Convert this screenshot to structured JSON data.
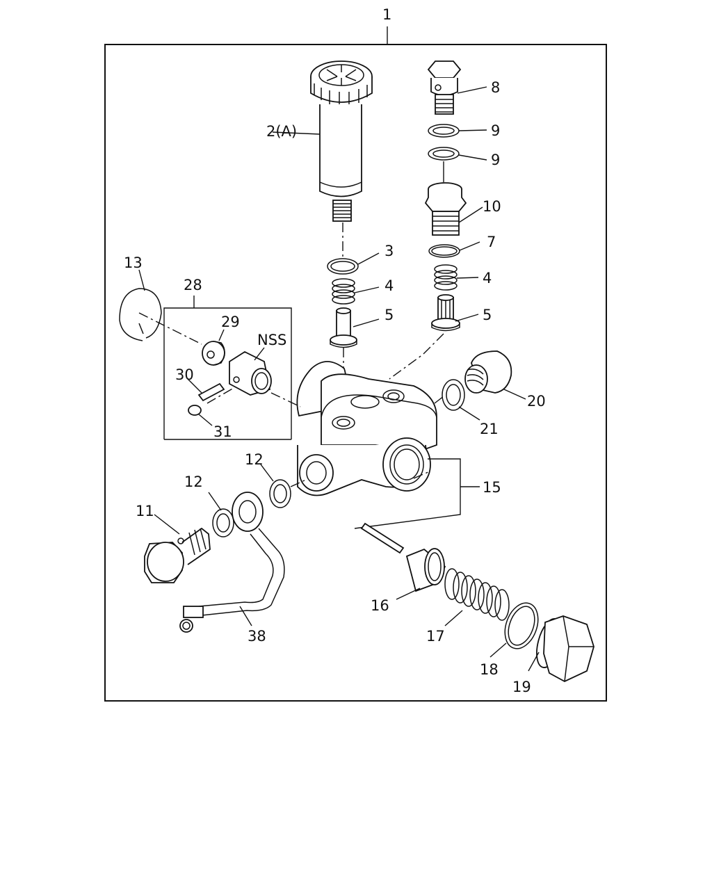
{
  "diagram": {
    "kit_number": "1",
    "labels": {
      "p2": "2(A)",
      "p3": "3",
      "p4a": "4",
      "p4b": "4",
      "p5a": "5",
      "p5b": "5",
      "p7": "7",
      "p8": "8",
      "p9a": "9",
      "p9b": "9",
      "p10": "10",
      "p11": "11",
      "p12a": "12",
      "p12b": "12",
      "p13": "13",
      "p15": "15",
      "p16": "16",
      "p17": "17",
      "p18": "18",
      "p19": "19",
      "p20": "20",
      "p21": "21",
      "p28": "28",
      "p29": "29",
      "p30": "30",
      "p31": "31",
      "p38": "38",
      "nss": "NSS"
    }
  }
}
